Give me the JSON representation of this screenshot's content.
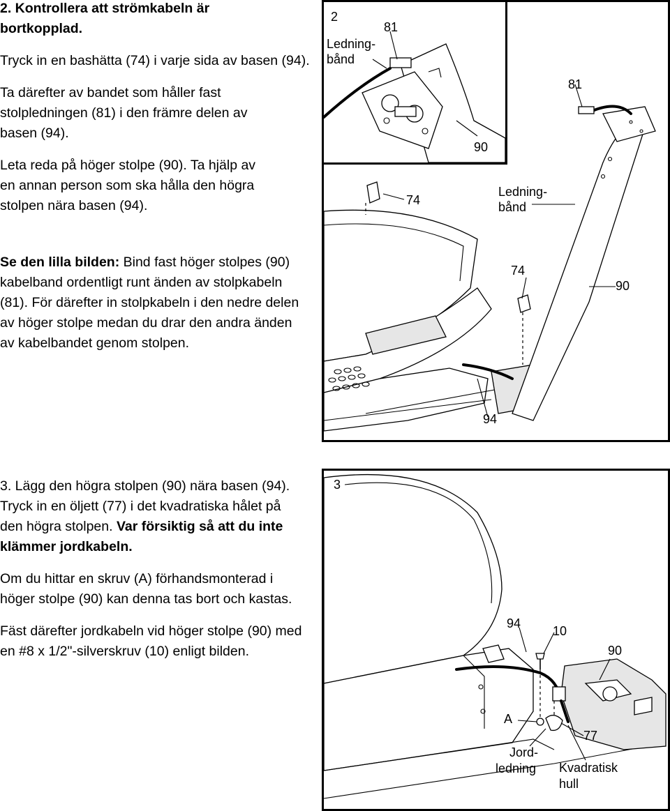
{
  "step2": {
    "title": "2. Kontrollera att strömkabeln är bortkopplad.",
    "p1": "Tryck in en bashätta (74) i varje sida av basen (94).",
    "p2": "Ta därefter av bandet som håller fast stolpledningen (81) i den främre delen av basen (94).",
    "p3": "Leta reda på höger stolpe (90). Ta hjälp av en annan person som ska hålla den högra stolpen nära basen (94).",
    "p4_bold": "Se den lilla bilden:",
    "p4_rest": " Bind fast höger stolpes (90) kabelband ordentligt runt änden av stolpkabeln (81). För därefter in stolpkabeln i den nedre delen av höger stolpe medan du drar den andra änden av kabelbandet genom stolpen."
  },
  "step3": {
    "p1_normal": "3. Lägg den högra stolpen (90) nära basen (94). Tryck in en öljett (77) i det kvadratiska hålet på den högra stolpen. ",
    "p1_bold": "Var försiktig så att du inte klämmer jordkabeln.",
    "p2": "Om du hittar en skruv (A) förhandsmonterad i höger stolpe (90) kan denna tas bort och kastas.",
    "p3": "Fäst därefter jordkabeln vid höger stolpe (90) med en #8 x 1/2\"-silverskruv (10) enligt bilden."
  },
  "figure2": {
    "number": "2",
    "inset_labels": {
      "cable_tie_line1": "Ledning-",
      "cable_tie_line2": "bånd",
      "wire": "81",
      "upright": "90"
    },
    "main_labels": {
      "wire": "81",
      "cap_left": "74",
      "cable_tie_line1": "Ledning-",
      "cable_tie_line2": "bånd",
      "cap_right": "74",
      "upright": "90",
      "base": "94"
    }
  },
  "figure3": {
    "number": "3",
    "labels": {
      "base": "94",
      "screw": "10",
      "upright": "90",
      "old_screw": "A",
      "grommet": "77",
      "ground_line1": "Jord-",
      "ground_line2": "ledning",
      "square_line1": "Kvadratisk",
      "square_line2": "hull"
    }
  }
}
